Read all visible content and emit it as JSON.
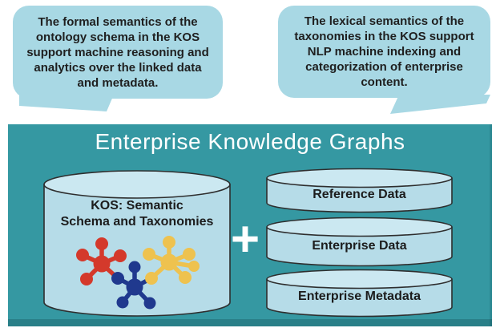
{
  "callouts": {
    "left": "The formal semantics of the\nontology schema in the KOS\nsupport machine reasoning and\nanalytics over the linked data\nand metadata.",
    "right": "The lexical semantics of the\ntaxonomies in the KOS support\nNLP machine indexing and\ncategorization of enterprise\ncontent."
  },
  "box": {
    "title": "Enterprise Knowledge Graphs"
  },
  "kos_cylinder": {
    "label": "KOS: Semantic\nSchema and Taxonomies"
  },
  "plus": "+",
  "data_cylinders": [
    {
      "label": "Reference Data"
    },
    {
      "label": "Enterprise Data"
    },
    {
      "label": "Enterprise Metadata"
    }
  ],
  "colors": {
    "box_teal": "#3598a2",
    "box_bottom_edge": "#1f7d87",
    "bubble": "#a8d8e4",
    "cylinder_body": "#b6dce8",
    "cylinder_top": "#cbe8f1",
    "outline": "#2e2e2e",
    "molecule_red": "#d4392b",
    "molecule_blue": "#20398e",
    "molecule_yellow": "#eec24f",
    "title_text": "#ffffff",
    "label_text": "#1c1c1c"
  }
}
